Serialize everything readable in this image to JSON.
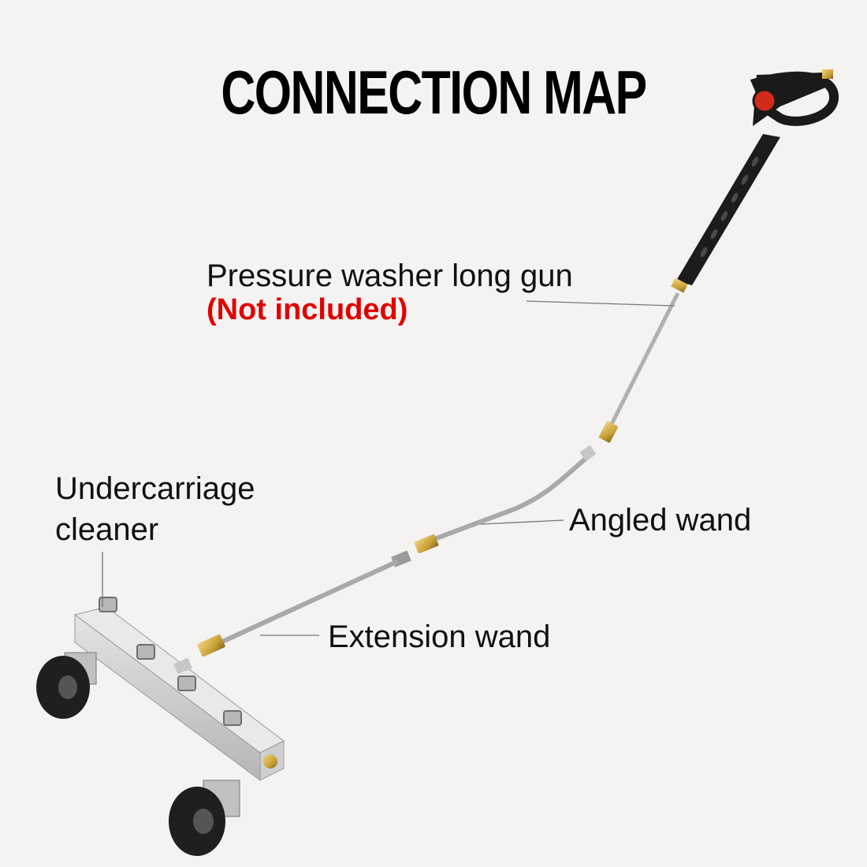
{
  "title": "CONNECTION MAP",
  "labels": {
    "long_gun": "Pressure washer long gun",
    "long_gun_note": "(Not included)",
    "angled_wand": "Angled wand",
    "undercarriage_line1": "Undercarriage",
    "undercarriage_line2": "cleaner",
    "extension_wand": "Extension wand"
  },
  "colors": {
    "background": "#f4f3f2",
    "note_red": "#e00000",
    "brass": "#c9a23a",
    "steel": "#b8b8b8",
    "gun_black": "#1a1a1a",
    "trigger_red": "#d42a1e"
  }
}
